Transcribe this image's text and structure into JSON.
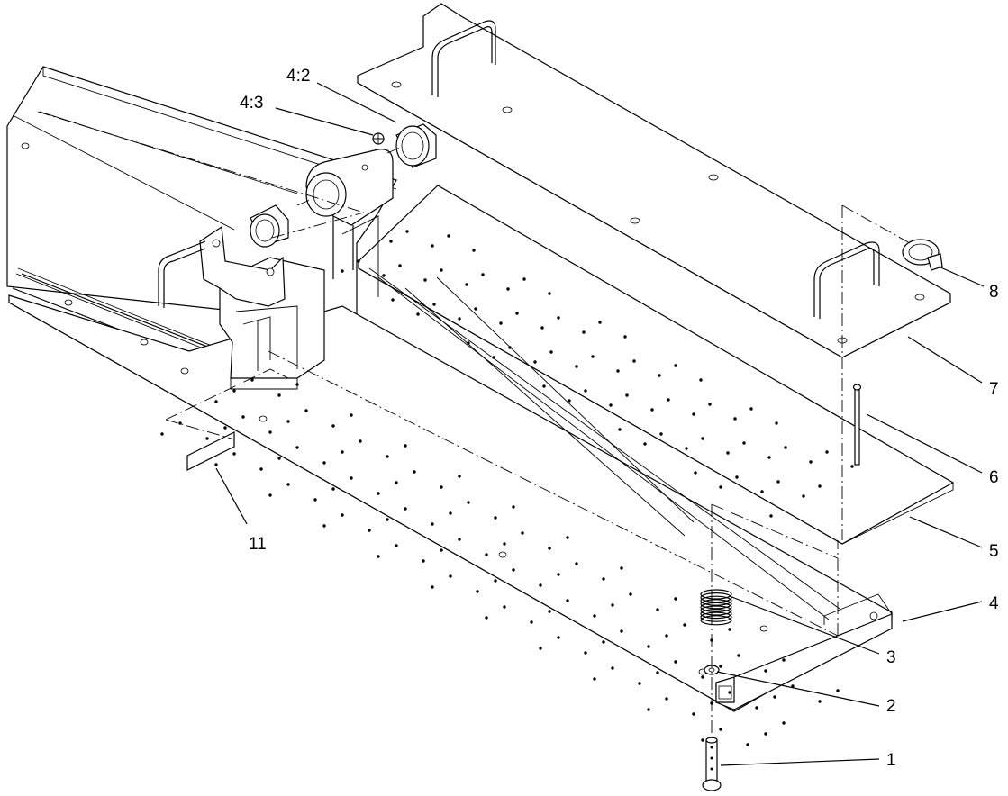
{
  "diagram": {
    "callouts": [
      {
        "id": "c1",
        "label": "1"
      },
      {
        "id": "c2",
        "label": "2"
      },
      {
        "id": "c3",
        "label": "3"
      },
      {
        "id": "c4",
        "label": "4"
      },
      {
        "id": "c5",
        "label": "5"
      },
      {
        "id": "c6",
        "label": "6"
      },
      {
        "id": "c7",
        "label": "7"
      },
      {
        "id": "c8",
        "label": "8"
      },
      {
        "id": "c11",
        "label": "11"
      },
      {
        "id": "c42",
        "label": "4:2"
      },
      {
        "id": "c43",
        "label": "4:3"
      }
    ]
  }
}
